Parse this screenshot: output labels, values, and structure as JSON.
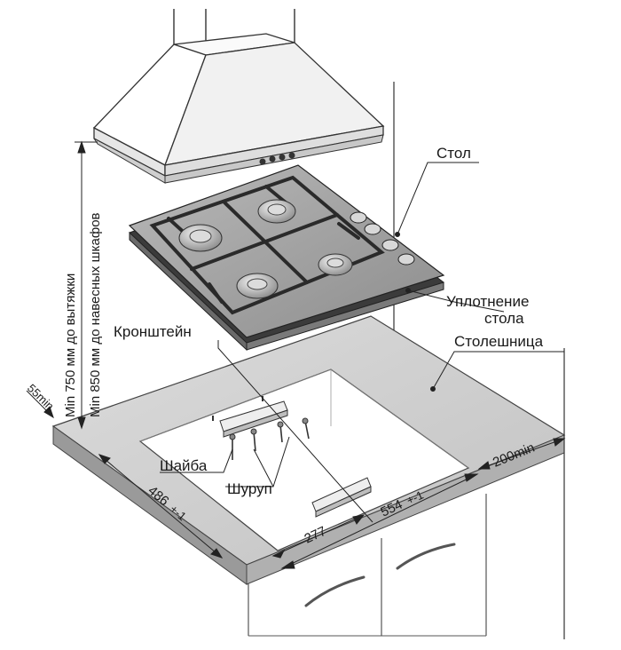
{
  "labels": {
    "stol": "Стол",
    "uplotnenie_line1": "Уплотнение",
    "uplotnenie_line2": "стола",
    "kronshtein": "Кронштейн",
    "stoleshnitsa": "Столешница",
    "shaiba": "Шайба",
    "shurup": "Шуруп",
    "min_hood": "Min 750 мм до вытяжки",
    "min_cabinets": "Min 850 мм до навесных шкафов"
  },
  "dimensions": {
    "d55": "55min",
    "d200": "200min",
    "d486": "486",
    "d554": "554",
    "d277": "277",
    "tolerance": "+-1"
  }
}
